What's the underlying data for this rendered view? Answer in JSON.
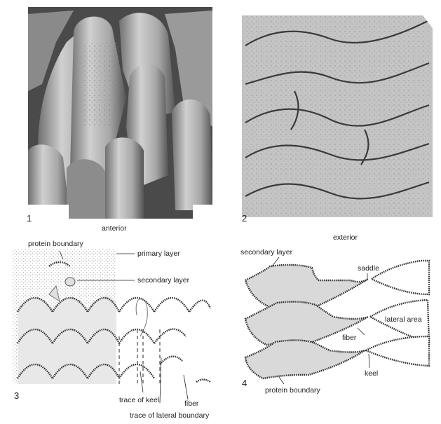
{
  "panels": {
    "p1": {
      "number": "1",
      "caption": "anterior"
    },
    "p2": {
      "number": "2",
      "caption": "exterior"
    },
    "p3": {
      "number": "3",
      "labels": {
        "protein_boundary": "protein boundary",
        "primary_layer": "primary layer",
        "secondary_layer": "secondary layer",
        "trace_of_keel": "trace of keel",
        "fiber": "fiber",
        "trace_of_lateral_boundary": "trace of lateral boundary"
      }
    },
    "p4": {
      "number": "4",
      "labels": {
        "secondary_layer": "secondary layer",
        "saddle": "saddle",
        "lateral_area": "lateral area",
        "fiber": "fiber",
        "keel": "keel",
        "protein_boundary": "protein boundary"
      }
    }
  },
  "colors": {
    "fill": "#d9d9d9",
    "outline": "#333333",
    "photo_dark": "#5a5a5a",
    "photo_light": "#bdbdbd"
  }
}
